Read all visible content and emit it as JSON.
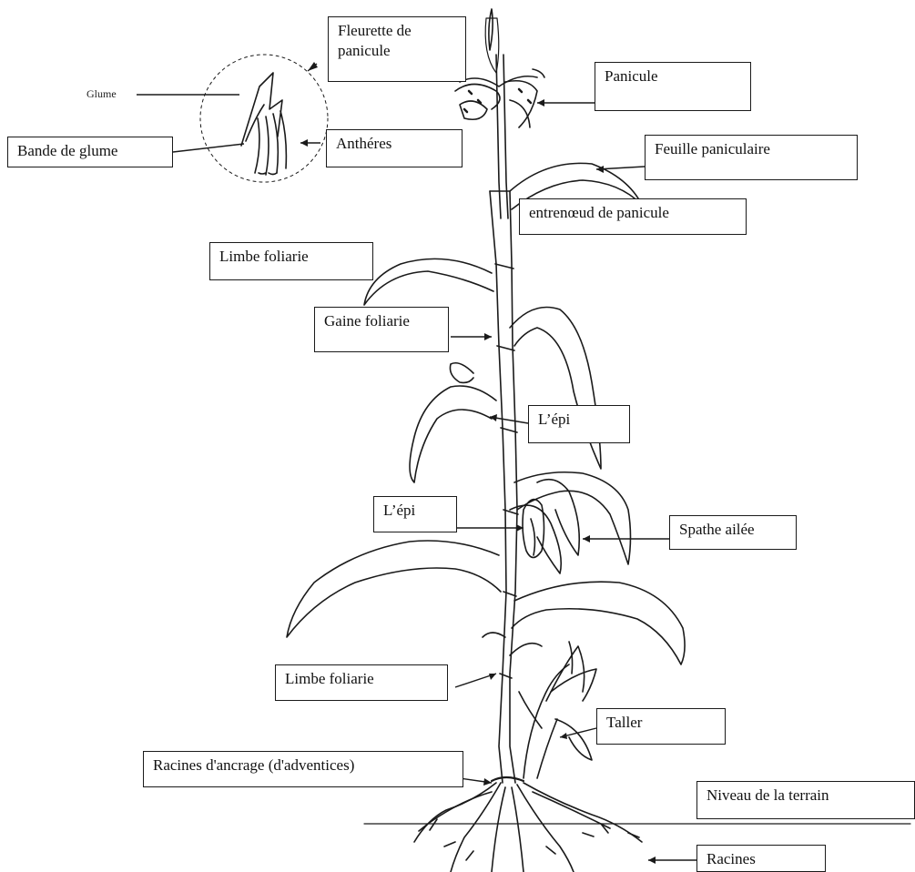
{
  "labels": {
    "fleurette": "Fleurette de panicule",
    "glume": "Glume",
    "bande_glume": "Bande de glume",
    "antheres": "Anthéres",
    "panicule": "Panicule",
    "feuille_paniculaire": "Feuille paniculaire",
    "entrenoeud": "entrenœud de panicule",
    "limbe_haut": "Limbe foliarie",
    "gaine": "Gaine foliarie",
    "epi_droite": "L’épi",
    "epi_gauche": "L’épi",
    "spathe": "Spathe ailée",
    "limbe_bas": "Limbe foliarie",
    "taller": "Taller",
    "racines_ancrage": "Racines d'ancrage (d'adventices)",
    "niveau": "Niveau de la  terrain",
    "racines": "Racines"
  },
  "colors": {
    "ink": "#1a1a1a",
    "background": "#ffffff"
  }
}
